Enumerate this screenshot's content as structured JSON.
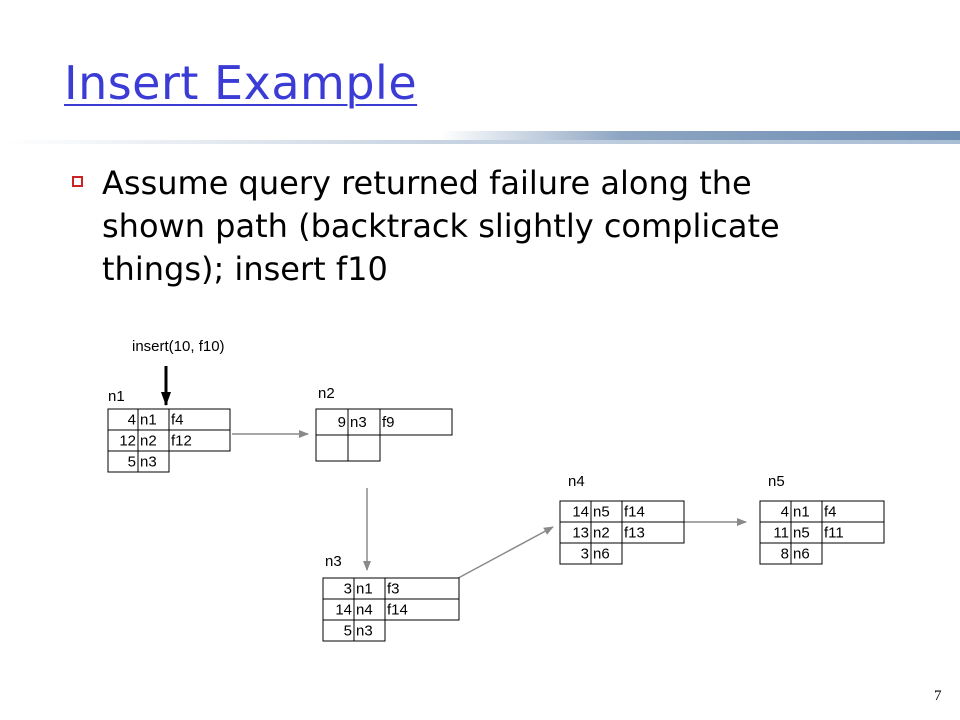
{
  "slide": {
    "title": "Insert Example",
    "bullet": "Assume query returned failure along the shown path (backtrack slightly complicate things); insert f10",
    "page_number": "7"
  },
  "diagram": {
    "insert_label": "insert(10, f10)",
    "nodes": [
      {
        "name": "n1",
        "rows": [
          [
            "4",
            "n1",
            "f4"
          ],
          [
            "12",
            "n2",
            "f12"
          ],
          [
            "5",
            "n3",
            ""
          ]
        ]
      },
      {
        "name": "n2",
        "rows": [
          [
            "9",
            "n3",
            "f9"
          ],
          [
            "",
            "",
            ""
          ]
        ]
      },
      {
        "name": "n3",
        "rows": [
          [
            "3",
            "n1",
            "f3"
          ],
          [
            "14",
            "n4",
            "f14"
          ],
          [
            "5",
            "n3",
            ""
          ]
        ]
      },
      {
        "name": "n4",
        "rows": [
          [
            "14",
            "n5",
            "f14"
          ],
          [
            "13",
            "n2",
            "f13"
          ],
          [
            "3",
            "n6",
            ""
          ]
        ]
      },
      {
        "name": "n5",
        "rows": [
          [
            "4",
            "n1",
            "f4"
          ],
          [
            "11",
            "n5",
            "f11"
          ],
          [
            "8",
            "n6",
            ""
          ]
        ]
      }
    ],
    "edges": [
      {
        "from": "n1",
        "to": "n2"
      },
      {
        "from": "n2",
        "to": "n3"
      },
      {
        "from": "n3",
        "to": "n4"
      },
      {
        "from": "n4",
        "to": "n5"
      }
    ]
  },
  "colors": {
    "title": "#3b3bd6",
    "bullet": "#cc2222",
    "edge": "#8a8a8a"
  }
}
